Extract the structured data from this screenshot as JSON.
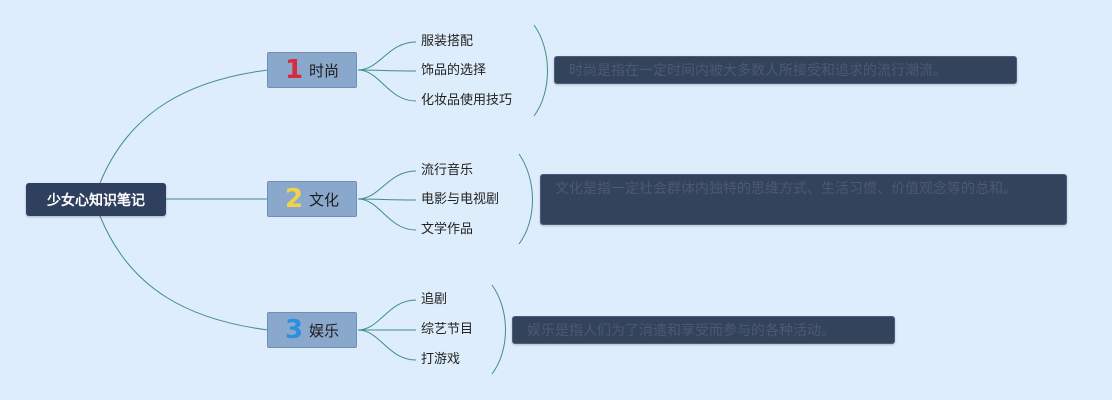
{
  "root": {
    "label": "少女心知识笔记"
  },
  "branches": [
    {
      "number": "1",
      "number_color": "#d62b40",
      "label": "时尚",
      "items": [
        "服装搭配",
        "饰品的选择",
        "化妆品使用技巧"
      ],
      "description": "时尚是指在一定时间内被大多数人所接受和追求的流行潮流。"
    },
    {
      "number": "2",
      "number_color": "#f1d249",
      "label": "文化",
      "items": [
        "流行音乐",
        "电影与电视剧",
        "文学作品"
      ],
      "description": "文化是指一定社会群体内独特的思维方式、生活习惯、价值观念等的总和。"
    },
    {
      "number": "3",
      "number_color": "#2d8fe0",
      "label": "娱乐",
      "items": [
        "追剧",
        "综艺节目",
        "打游戏"
      ],
      "description": "娱乐是指人们为了消遣和享受而参与的各种活动。"
    }
  ],
  "colors": {
    "background": "#deedfb",
    "line": "#3f8f88",
    "root": "#2f3f5e",
    "topic": "#8aa8cc",
    "note": "#33435c"
  }
}
